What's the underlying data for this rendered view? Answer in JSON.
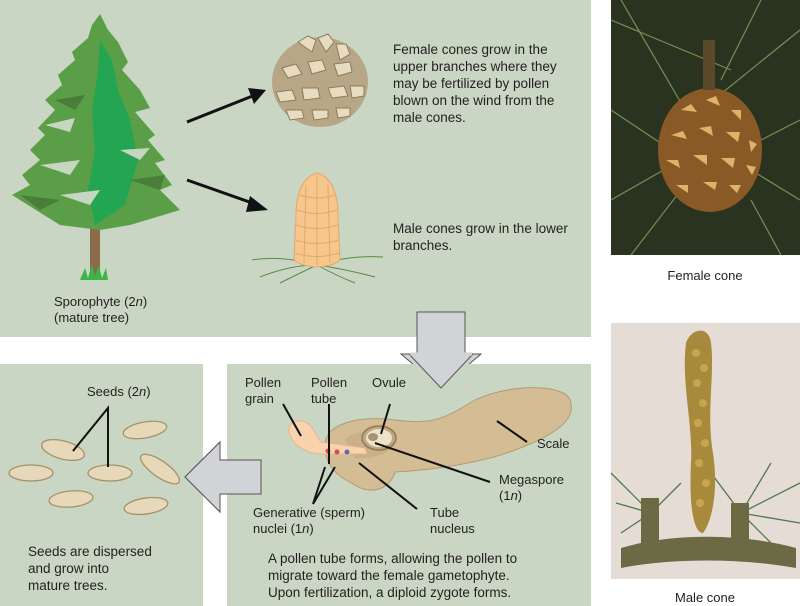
{
  "colors": {
    "panel_bg": "#c8d6c3",
    "arrow_fill": "#d1d3d6",
    "page_bg": "#ffffff",
    "text": "#231f20"
  },
  "top_panel": {
    "tree_label_line1": "Sporophyte (2",
    "tree_label_n": "n",
    "tree_label_line1_end": ")",
    "tree_label_line2": "(mature tree)",
    "female_cone_text": "Female cones grow in the upper branches where they may be fertilized by pollen blown on the wind from the male cones.",
    "male_cone_text": "Male cones grow in the lower branches."
  },
  "pollination_panel": {
    "labels": {
      "pollen_grain_1": "Pollen",
      "pollen_grain_2": "grain",
      "pollen_tube_1": "Pollen",
      "pollen_tube_2": "tube",
      "ovule": "Ovule",
      "scale": "Scale",
      "megaspore_1": "Megaspore",
      "megaspore_2a": "(1",
      "megaspore_n": "n",
      "megaspore_2b": ")",
      "generative_1": "Generative (sperm)",
      "generative_2a": "nuclei (1",
      "generative_n": "n",
      "generative_2b": ")",
      "tube_nucleus_1": "Tube",
      "tube_nucleus_2": "nucleus"
    },
    "description": [
      "A pollen tube forms, allowing the pollen to",
      "migrate toward the female gametophyte.",
      "Upon fertilization, a diploid zygote forms."
    ]
  },
  "seeds_panel": {
    "label_a": "Seeds (2",
    "label_n": "n",
    "label_b": ")",
    "description": [
      "Seeds are dispersed",
      "and grow into",
      "mature trees."
    ]
  },
  "photos": {
    "female_caption": "Female cone",
    "male_caption": "Male cone"
  }
}
